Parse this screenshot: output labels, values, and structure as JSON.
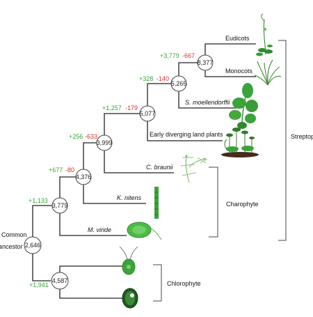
{
  "root_label": {
    "line1": "Common",
    "line2": "ancestor"
  },
  "nodes": {
    "root": "2,646",
    "n_chloro": "4,587",
    "n_mviride": "3,779",
    "n_knitens": "4,376",
    "n_cbraunii": "3,999",
    "n_early": "5,077",
    "n_smoell": "5,265",
    "n_angio": "8,377"
  },
  "changes": {
    "chloro": {
      "gain": "+1,941"
    },
    "mviride": {
      "gain": "+1,133"
    },
    "knitens": {
      "gain": "+677",
      "loss": "-80"
    },
    "cbraunii": {
      "gain": "+256",
      "loss": "-633"
    },
    "early": {
      "gain": "+1,257",
      "loss": "-179"
    },
    "smoell": {
      "gain": "+328",
      "loss": "-140"
    },
    "angio": {
      "gain": "+3,779",
      "loss": "-667"
    }
  },
  "taxa": {
    "eudicots": "Eudicots",
    "monocots": "Monocots",
    "smoellendorffii": "S. moellendorffii",
    "early_land": "Early diverging land plants",
    "cbraunii": "C. braunii",
    "knitens": "K. nitens",
    "mviride": "M. viride"
  },
  "groups": {
    "streptophyte": "Streptop",
    "charophyte": "Charophyte",
    "chlorophyte": "Chlorophyte"
  },
  "colors": {
    "gain": "#3aa33a",
    "loss": "#e0302a",
    "plant": "#3c9a3a"
  }
}
